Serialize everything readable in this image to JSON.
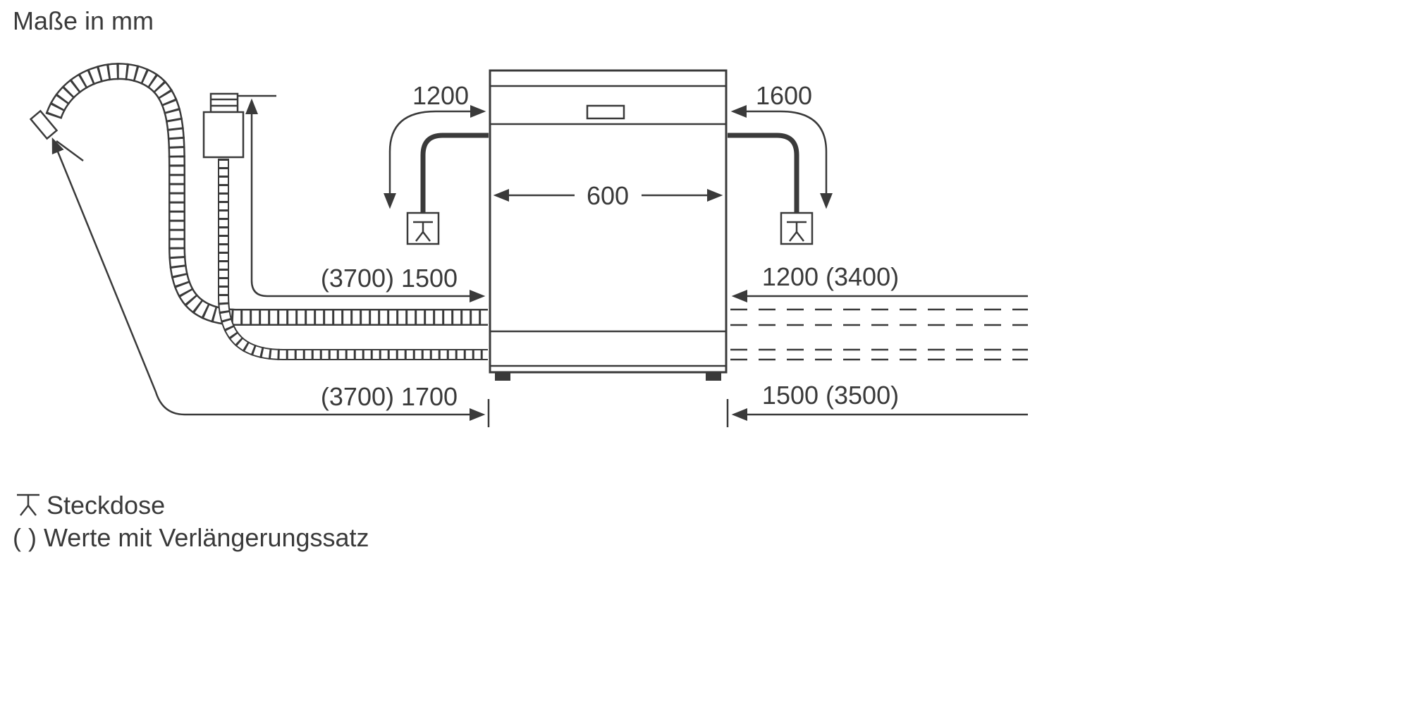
{
  "title": "Maße in mm",
  "colors": {
    "ink": "#3a3a3a",
    "background": "#ffffff"
  },
  "dimensions": {
    "cable_left": "1200",
    "cable_right": "1600",
    "appliance_width": "600",
    "supply_left": "(3700) 1500",
    "supply_right": "1200 (3400)",
    "drain_left": "(3700) 1700",
    "drain_right": "1500 (3500)"
  },
  "legend": {
    "socket_label": "Steckdose",
    "extension_note": "( ) Werte mit Verlängerungssatz"
  }
}
